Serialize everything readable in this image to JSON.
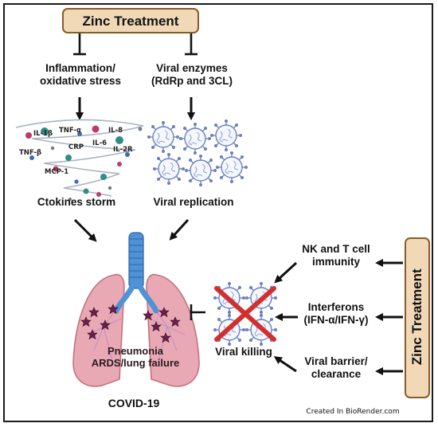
{
  "top_treatment": {
    "label": "Zinc Treatment"
  },
  "inflammation": {
    "line1": "Inflammation/",
    "line2": "oxidative stress"
  },
  "viral_enzymes": {
    "line1": "Viral enzymes",
    "line2": "(RdRp and 3CL)"
  },
  "cytokines": {
    "labels": [
      "IL-1β",
      "TNF-α",
      "IL-8",
      "CRP",
      "IL-6",
      "IL-2R",
      "TNF-β",
      "MCP-1"
    ],
    "caption": "Ctokines storm"
  },
  "viral_replication": {
    "caption": "Viral replication"
  },
  "lung": {
    "line1": "Pneumonia",
    "line2": "ARDS/lung failure",
    "caption": "COVID-19"
  },
  "viral_killing": {
    "caption": "Viral killing"
  },
  "side_treatment": {
    "label": "Zinc Treatment"
  },
  "mechanisms": {
    "nk": {
      "line1": "NK and T cell",
      "line2": "immunity"
    },
    "ifn": {
      "line1": "Interferons",
      "line2": "(IFN-α/IFN-γ)"
    },
    "barrier": {
      "line1": "Viral barrier/",
      "line2": "clearance"
    }
  },
  "credit": "Created In BioRender.com",
  "colors": {
    "treatment_fill": "#f1d9b8",
    "treatment_border": "#8a5a2b",
    "lung": "#e9a9b4",
    "trachea": "#4f93d6",
    "virus": "#6a7fc0",
    "cross": "#d32f2f"
  }
}
